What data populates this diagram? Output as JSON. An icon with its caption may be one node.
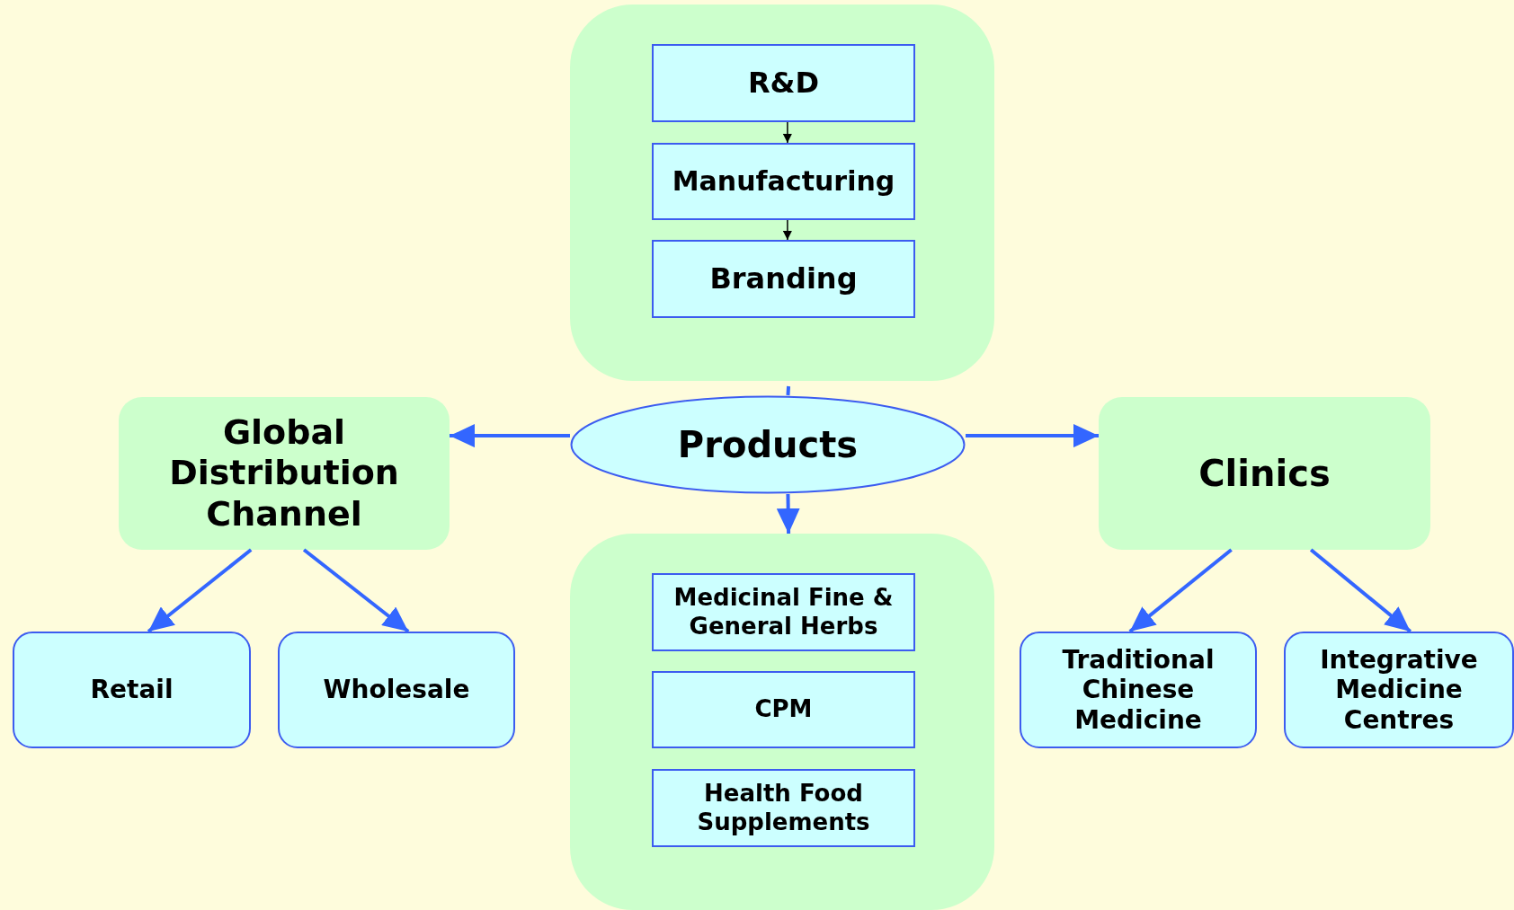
{
  "diagram": {
    "nodes": [
      {
        "text": [],
        "shape": "box"
      },
      {
        "text": [
          "R&D"
        ],
        "in": 0
      },
      {
        "text": [
          "Manufacturing"
        ],
        "in": 0
      },
      {
        "text": [
          "Branding"
        ],
        "in": 0
      },
      {
        "text": [
          "Products"
        ]
      },
      {
        "text": [
          "Global Distribution Channel"
        ]
      },
      {
        "text": [
          "Clinics"
        ]
      },
      {
        "text": [
          "Retail"
        ]
      },
      {
        "text": [
          "Wholesale"
        ]
      },
      {
        "text": [
          "Traditional Chinese Medicine"
        ]
      },
      {
        "text": [
          "Integrative Medicine Centres"
        ]
      },
      {
        "text": [],
        "shape": "box"
      },
      {
        "text": [
          "Medicinal Fine & General Herbs"
        ],
        "in": 11
      },
      {
        "text": [
          "CPM"
        ],
        "in": 11
      },
      {
        "text": [
          "Health Food Supplements"
        ],
        "in": 11
      }
    ],
    "edges": [
      {
        "from": 1,
        "to": 2,
        "arrow": "to",
        "color": "#000000"
      },
      {
        "from": 2,
        "to": 3,
        "arrow": "to",
        "color": "#000000"
      },
      {
        "from": 0,
        "to": 4,
        "arrow": "none"
      },
      {
        "from": 4,
        "to": 11,
        "arrow": "to"
      },
      {
        "from": 4,
        "to": 5,
        "arrow": "to"
      },
      {
        "from": 4,
        "to": 6,
        "arrow": "to"
      },
      {
        "from": 5,
        "to": 7,
        "arrow": "to"
      },
      {
        "from": 5,
        "to": 8,
        "arrow": "to"
      },
      {
        "from": 6,
        "to": 9,
        "arrow": "to"
      },
      {
        "from": 6,
        "to": 10,
        "arrow": "to"
      }
    ]
  }
}
